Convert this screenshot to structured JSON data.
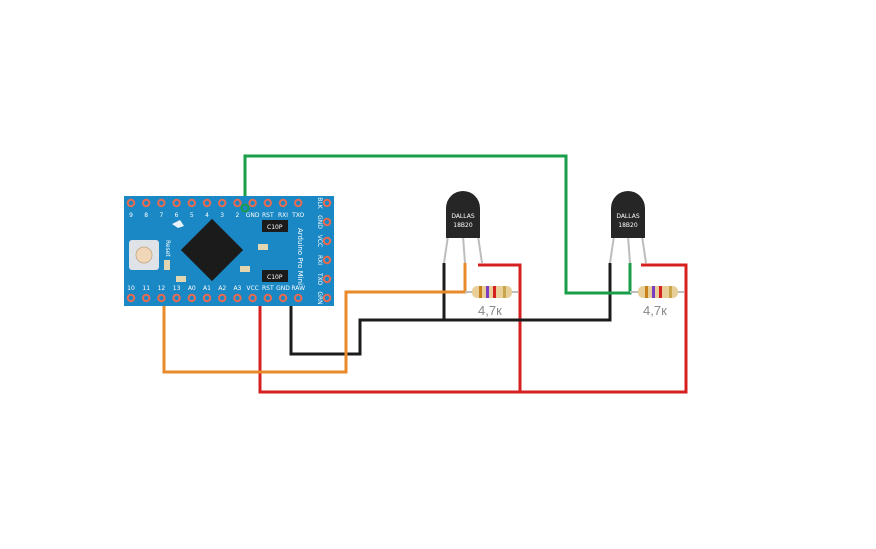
{
  "board": {
    "name": "Arduino Pro Mini",
    "reset_label": "Reset",
    "cap_label_top": "C10P",
    "cap_label_bottom": "C10P",
    "top_pins": [
      "9",
      "8",
      "7",
      "6",
      "5",
      "4",
      "3",
      "2",
      "GND",
      "RST",
      "RXI",
      "TXO"
    ],
    "bottom_pins": [
      "10",
      "11",
      "12",
      "13",
      "A0",
      "A1",
      "A2",
      "A3",
      "VCC",
      "RST",
      "GND",
      "RAW"
    ],
    "right_pins": [
      "BLK",
      "GND",
      "VCC",
      "RXI",
      "TXO",
      "GRN"
    ],
    "colors": {
      "pcb": "#1a88c4",
      "pin": "#e86a50",
      "chip": "#1b1b1b"
    }
  },
  "sensors": [
    {
      "id": "sensor-1",
      "brand": "DALLAS",
      "model": "18B20"
    },
    {
      "id": "sensor-2",
      "brand": "DALLAS",
      "model": "18B20"
    }
  ],
  "resistors": [
    {
      "id": "resistor-1",
      "value": "4,7к"
    },
    {
      "id": "resistor-2",
      "value": "4,7к"
    }
  ],
  "wire_colors": {
    "data_1": "#e88a2a",
    "data_2": "#1a9e4a",
    "ground": "#1c1c1c",
    "vcc": "#d62020"
  }
}
